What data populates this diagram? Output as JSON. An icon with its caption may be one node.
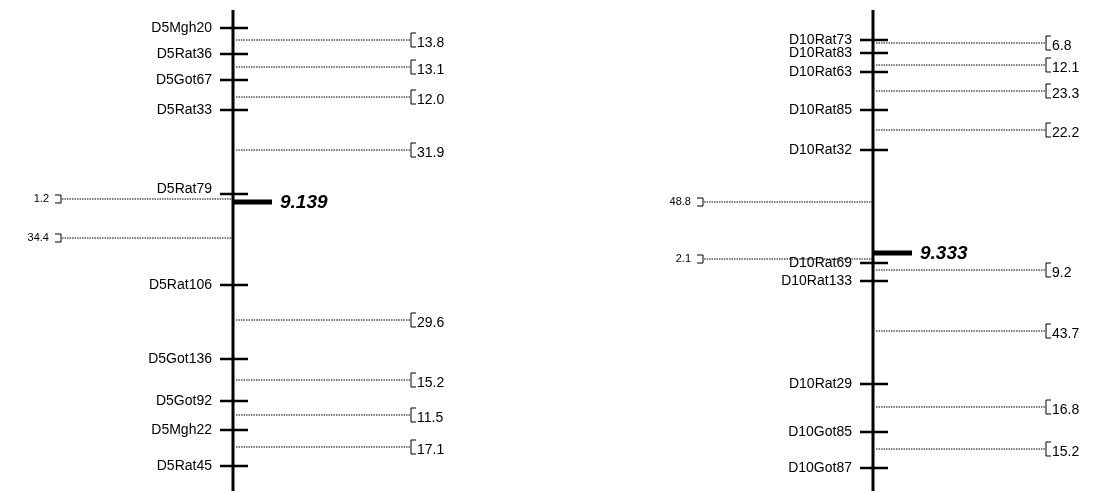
{
  "diagram": {
    "labels": [
      "D5Mgh20",
      "13.8",
      "D5Rat36",
      "13.1",
      "D5Got67",
      "12.0",
      "D5Rat33",
      "31.9",
      "D5Rat79",
      "1.2",
      "9.139",
      "34.4",
      "D5Rat106",
      "29.6",
      "D5Got136",
      "15.2",
      "D5Got92",
      "11.5",
      "D5Mgh22",
      "17.1",
      "D5Rat45",
      "D10Rat73",
      "6.8",
      "D10Rat83",
      "12.1",
      "D10Rat63",
      "23.3",
      "D10Rat85",
      "22.2",
      "D10Rat32",
      "48.8",
      "9.333",
      "2.1",
      "D10Rat69",
      "9.2",
      "D10Rat133",
      "43.7",
      "D10Rat29",
      "16.8",
      "D10Got85",
      "15.2",
      "D10Got87"
    ]
  }
}
